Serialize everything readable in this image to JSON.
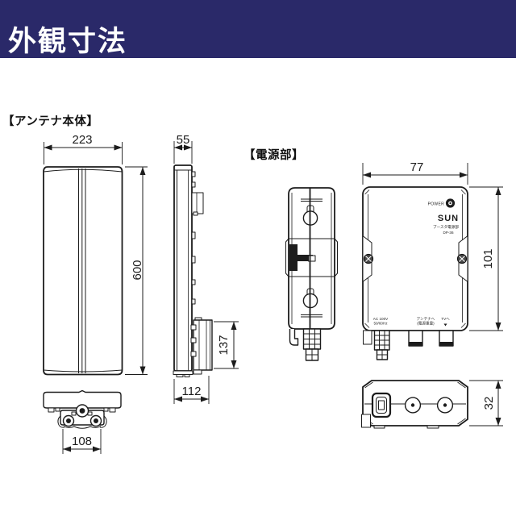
{
  "header": {
    "title": "外観寸法",
    "bg_color": "#2a2969",
    "text_color": "#ffffff"
  },
  "antenna": {
    "section_label": "【アンテナ本体】",
    "dim_width": "223",
    "dim_depth": "55",
    "dim_height": "600",
    "dim_bracket_height": "137",
    "dim_total_depth": "112",
    "dim_mast_width": "108"
  },
  "power": {
    "section_label": "【電源部】",
    "dim_width": "77",
    "dim_height": "101",
    "dim_depth": "32",
    "panel": {
      "power_label": "POWER",
      "brand": "SUN",
      "model_line1": "ブースタ電源部",
      "model_line2": "DP-36"
    },
    "ports": {
      "ac_line1": "AC 100V",
      "ac_line2": "50/60Hz",
      "ant_line1": "アンテナへ",
      "ant_line2": "(電源重畳)",
      "tv_label": "TVへ"
    }
  }
}
